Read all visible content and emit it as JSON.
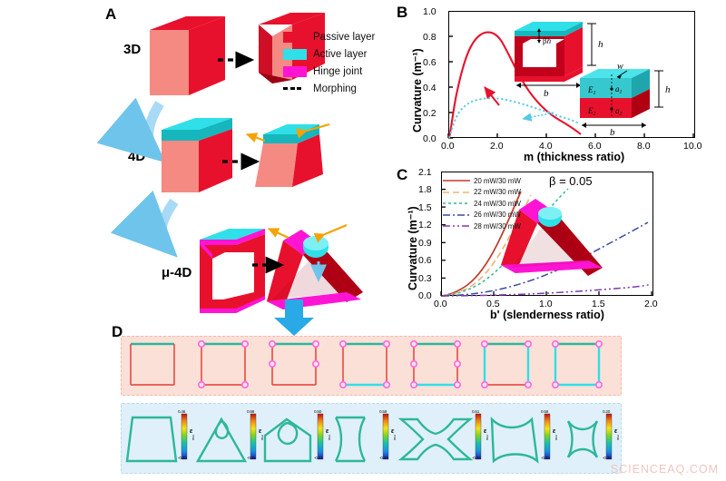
{
  "figure": {
    "watermark": "SCIENCEAQ.COM",
    "colors": {
      "passive_layer": "#e8112d",
      "passive_layer_light": "#f58a83",
      "passive_layer_dark": "#b00014",
      "active_layer": "#2fe0e8",
      "active_layer_dark": "#17b6bd",
      "hinge_joint": "#ff14d4",
      "morph_arrow": "#000000",
      "flow_arrow": "#a8daf5",
      "down_arrow": "#29a9e6",
      "laser_arrow": "#f4a300",
      "panelB_red_curve": "#e8112d",
      "panelB_cyan_curve": "#56c8e8",
      "panelD_top_band": "#fbe0d7",
      "panelD_bot_band": "#dff0fa",
      "panelD_shape_line": "#2eb79a",
      "panelD_node": "#ff66dd"
    }
  },
  "panelA": {
    "letter": "A",
    "stages": [
      {
        "label": "3D"
      },
      {
        "label": "4D"
      },
      {
        "label": "μ-4D"
      }
    ],
    "legend": [
      {
        "label": "Passive layer",
        "type": "swatch",
        "color": "#e8112d"
      },
      {
        "label": "Active layer",
        "type": "swatch",
        "color": "#2fe0e8"
      },
      {
        "label": "Hinge joint",
        "type": "swatch",
        "color": "#ff14d4"
      },
      {
        "label": "Morphing",
        "type": "dash",
        "color": "#000000"
      }
    ]
  },
  "panelB": {
    "letter": "B",
    "chart_data": {
      "type": "line",
      "title": "",
      "xlabel": "m (thickness ratio)",
      "ylabel": "Curvature (m⁻¹)",
      "xlim": [
        0.0,
        10.0
      ],
      "ylim": [
        0.0,
        1.0
      ],
      "xticks": [
        "0.0",
        "2.0",
        "4.0",
        "6.0",
        "8.0",
        "10.0"
      ],
      "yticks": [
        "0.0",
        "0.2",
        "0.4",
        "0.6",
        "0.8",
        "1.0"
      ],
      "grid": false,
      "legend": "none",
      "series": [
        {
          "name": "hollow beam (solid red)",
          "style": "solid",
          "color": "#e8112d",
          "x": [
            0.0,
            0.1,
            0.2,
            0.3,
            0.5,
            0.7,
            0.9,
            1.1,
            1.3,
            1.6,
            2.0,
            2.5,
            3.0,
            3.5,
            4.0,
            4.5,
            5.0
          ],
          "y": [
            0.0,
            0.1,
            0.27,
            0.44,
            0.64,
            0.74,
            0.79,
            0.805,
            0.8,
            0.77,
            0.71,
            0.635,
            0.565,
            0.5,
            0.44,
            0.385,
            0.33
          ]
        },
        {
          "name": "bilayer beam (dotted cyan)",
          "style": "dotted",
          "color": "#56c8e8",
          "x": [
            0.0,
            0.1,
            0.2,
            0.3,
            0.5,
            0.8,
            1.1,
            1.5,
            2.0,
            2.5,
            3.0,
            3.5,
            4.0,
            4.5,
            5.0
          ],
          "y": [
            0.0,
            0.09,
            0.155,
            0.185,
            0.225,
            0.25,
            0.258,
            0.255,
            0.245,
            0.232,
            0.218,
            0.205,
            0.193,
            0.182,
            0.172
          ]
        }
      ]
    },
    "inset_top": {
      "labels": [
        "βh",
        "h",
        "b"
      ]
    },
    "inset_bottom": {
      "labels": [
        "w",
        "h",
        "b",
        "E₁",
        "a₁",
        "E₂",
        "a₂"
      ]
    }
  },
  "panelC": {
    "letter": "C",
    "annotation": "β = 0.05",
    "chart_data": {
      "type": "line",
      "title": "",
      "xlabel": "b' (slenderness ratio)",
      "ylabel": "Curvature (m⁻¹)",
      "xlim": [
        0.0,
        2.0
      ],
      "ylim": [
        0.0,
        2.1
      ],
      "xticks": [
        "0.0",
        "0.5",
        "1.0",
        "1.5",
        "2.0"
      ],
      "yticks": [
        "0.0",
        "0.3",
        "0.6",
        "0.9",
        "1.2",
        "1.5",
        "1.8",
        "2.1"
      ],
      "grid": false,
      "legend": "top-left",
      "series": [
        {
          "name": "20 mW/30 mW",
          "style": "solid",
          "color": "#c0392b",
          "x": [
            0.0,
            0.1,
            0.2,
            0.3,
            0.4,
            0.5,
            0.6,
            0.7,
            0.8,
            0.9
          ],
          "y": [
            0.0,
            0.015,
            0.06,
            0.14,
            0.27,
            0.44,
            0.66,
            0.92,
            1.22,
            1.58
          ]
        },
        {
          "name": "22 mW/30 mW",
          "style": "dashed",
          "color": "#e8b87a",
          "x": [
            0.0,
            0.1,
            0.2,
            0.3,
            0.4,
            0.5,
            0.6,
            0.7,
            0.8,
            0.9,
            1.0
          ],
          "y": [
            0.0,
            0.012,
            0.05,
            0.115,
            0.22,
            0.36,
            0.545,
            0.77,
            1.03,
            1.3,
            1.55
          ]
        },
        {
          "name": "24 mW/30 mW",
          "style": "dotted",
          "color": "#2eb79a",
          "x": [
            0.0,
            0.2,
            0.4,
            0.6,
            0.8,
            1.0,
            1.1,
            1.2,
            1.25
          ],
          "y": [
            0.0,
            0.025,
            0.11,
            0.26,
            0.47,
            0.75,
            0.9,
            1.06,
            1.15
          ]
        },
        {
          "name": "26 mW/30 mW",
          "style": "dashdot",
          "color": "#3b4aa0",
          "x": [
            0.0,
            0.25,
            0.5,
            0.75,
            1.0,
            1.25,
            1.5,
            1.75,
            1.95
          ],
          "y": [
            0.0,
            0.012,
            0.05,
            0.11,
            0.2,
            0.32,
            0.45,
            0.61,
            0.775
          ]
        },
        {
          "name": "28 mW/30 mW",
          "style": "dashdotdot",
          "color": "#7d3bb0",
          "x": [
            0.0,
            0.25,
            0.5,
            0.75,
            1.0,
            1.25,
            1.5,
            1.75,
            1.95
          ],
          "y": [
            0.0,
            0.003,
            0.012,
            0.028,
            0.05,
            0.08,
            0.115,
            0.155,
            0.195
          ]
        }
      ]
    }
  },
  "panelD": {
    "letter": "D",
    "top_row": [
      {
        "hinges": "none",
        "caption": ""
      },
      {
        "hinges": "4-corner",
        "caption": ""
      },
      {
        "hinges": "corners+mid",
        "caption": ""
      },
      {
        "hinges": "4-corner",
        "caption": ""
      },
      {
        "hinges": "left-mid",
        "caption": ""
      },
      {
        "hinges": "top-corners",
        "caption": ""
      },
      {
        "hinges": "all",
        "caption": ""
      }
    ],
    "bottom_row": [
      {
        "shape": "trapezoid",
        "cb_max": "0.46",
        "cb_min": "-0.20",
        "cb_label": "ε",
        "cb_sub": "max"
      },
      {
        "shape": "triangle-loop",
        "cb_max": "0.98",
        "cb_min": "-0.35",
        "cb_label": "ε",
        "cb_sub": "max"
      },
      {
        "shape": "house-loop",
        "cb_max": "0.50",
        "cb_min": "-0.31",
        "cb_label": "ε",
        "cb_sub": "max"
      },
      {
        "shape": "hourglass",
        "cb_max": "0.59",
        "cb_min": "-0.36",
        "cb_label": "ε",
        "cb_sub": "max"
      },
      {
        "shape": "bowtie-concave",
        "cb_max": "0.51",
        "cb_min": "-0.33",
        "cb_label": "ε",
        "cb_sub": "max"
      },
      {
        "shape": "pillow",
        "cb_max": "0.59",
        "cb_min": "-0.36",
        "cb_label": "ε",
        "cb_sub": "max"
      },
      {
        "shape": "star-square",
        "cb_max": "0.20",
        "cb_min": "-0.38",
        "cb_label": "ε",
        "cb_sub": "max"
      }
    ]
  }
}
